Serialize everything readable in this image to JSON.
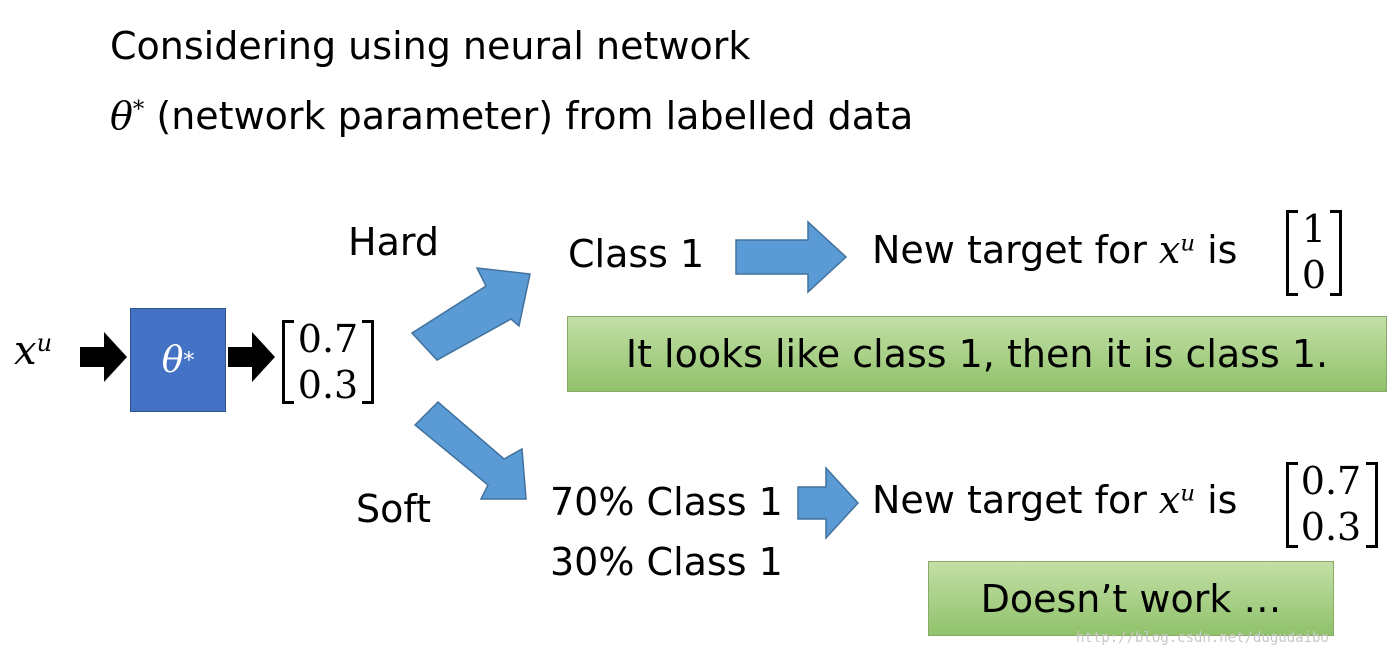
{
  "title_line1": "Considering using neural network",
  "title_theta": "θ",
  "title_star": "*",
  "title_line2_rest": " (network parameter) from labelled data",
  "input_var": "x",
  "input_sup": "u",
  "net_theta": "θ",
  "net_star": "*",
  "output_vec": [
    "0.7",
    "0.3"
  ],
  "hard_label": "Hard",
  "soft_label": "Soft",
  "hard_class": "Class 1",
  "soft_class_line1": "70% Class 1",
  "soft_class_line2": "30% Class 1",
  "target_prefix": "New target for ",
  "target_var": "x",
  "target_sup": "u",
  "target_is": " is",
  "hard_target_vec": [
    "1",
    "0"
  ],
  "soft_target_vec": [
    "0.7",
    "0.3"
  ],
  "hard_note": "It looks like class 1, then it is class 1.",
  "soft_note": "Doesn’t work …",
  "watermark": "http://blog.csdn.net/dugudaibo",
  "colors": {
    "network_box": "#4472c4",
    "arrow_blue": "#5b9bd5",
    "green_box": "#a9d18e"
  }
}
